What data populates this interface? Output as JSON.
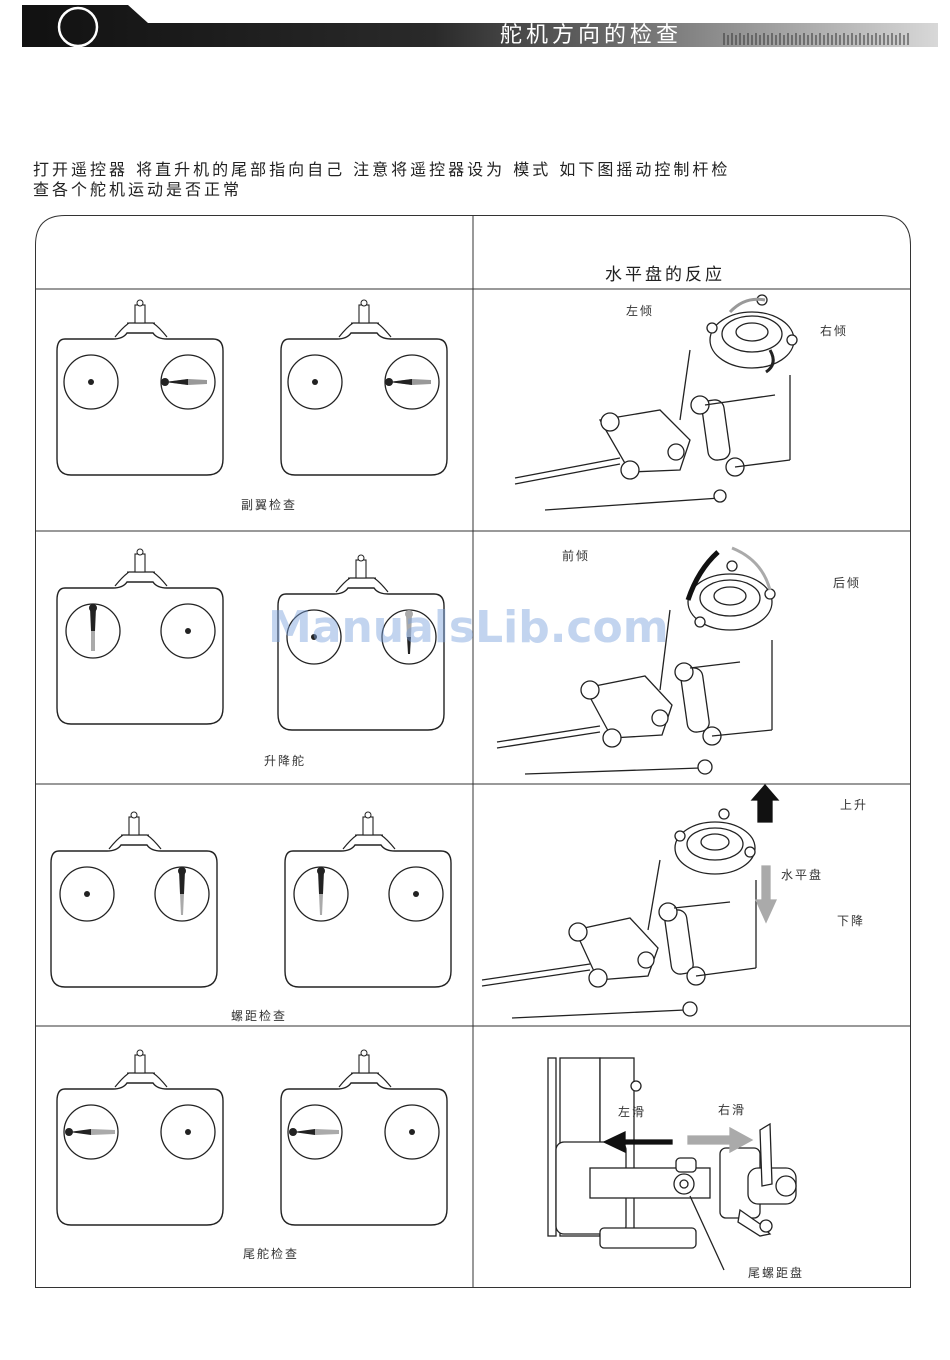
{
  "header": {
    "title": "舵机方向的检查"
  },
  "intro": {
    "line1": "打开遥控器   将直升机的尾部指向自己   注意将遥控器设为         模式   如下图摇动控制杆检",
    "line2": "查各个舵机运动是否正常"
  },
  "table": {
    "response_header": "水平盘的反应",
    "rows": [
      {
        "caption": "副翼检查",
        "labels": [
          "左倾",
          "右倾"
        ]
      },
      {
        "caption": "升降舵",
        "labels": [
          "前倾",
          "后倾"
        ]
      },
      {
        "caption": "螺距检查",
        "labels": [
          "上升",
          "水平盘",
          "下降"
        ]
      },
      {
        "caption": "尾舵检查",
        "labels": [
          "左滑",
          "右滑",
          "尾螺距盘"
        ]
      }
    ]
  },
  "watermark": "ManualsLib.com"
}
